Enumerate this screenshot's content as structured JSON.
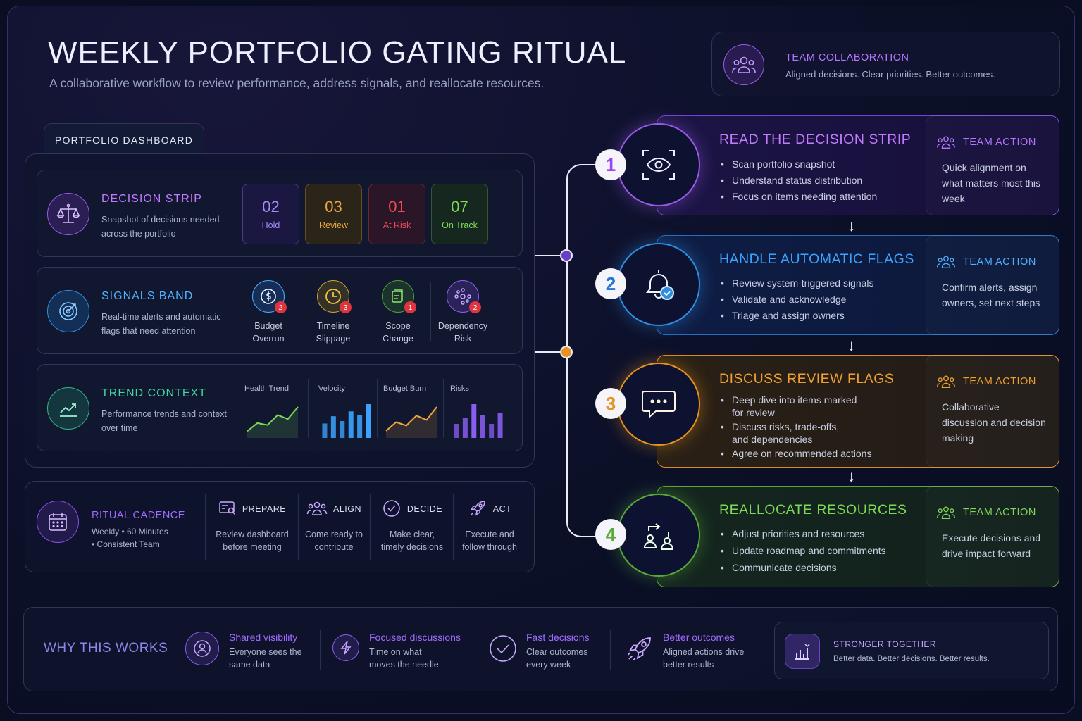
{
  "header": {
    "title": "WEEKLY PORTFOLIO GATING RITUAL",
    "subtitle": "A collaborative workflow to review performance, address signals, and reallocate resources."
  },
  "collab": {
    "title": "TEAM COLLABORATION",
    "text": "Aligned decisions. Clear priorities. Better outcomes.",
    "icon": "team-icon"
  },
  "dashboard": {
    "tab": "PORTFOLIO DASHBOARD",
    "decision": {
      "title": "DECISION STRIP",
      "desc": "Snapshot of decisions needed across the portfolio",
      "stats": [
        {
          "value": "02",
          "label": "Hold",
          "color": "#a78bfa"
        },
        {
          "value": "03",
          "label": "Review",
          "color": "#f0a83c"
        },
        {
          "value": "01",
          "label": "At Risk",
          "color": "#ef4c55"
        },
        {
          "value": "07",
          "label": "On Track",
          "color": "#7ed957"
        }
      ]
    },
    "signals": {
      "title": "SIGNALS BAND",
      "desc": "Real-time alerts and automatic flags that need attention",
      "items": [
        {
          "line1": "Budget",
          "line2": "Overrun",
          "count": "2",
          "color": "#4aa8ff",
          "icon": "dollar-icon"
        },
        {
          "line1": "Timeline",
          "line2": "Slippage",
          "count": "3",
          "color": "#f0c53c",
          "icon": "clock-icon"
        },
        {
          "line1": "Scope",
          "line2": "Change",
          "count": "1",
          "color": "#6fd35a",
          "icon": "scope-icon"
        },
        {
          "line1": "Dependency",
          "line2": "Risk",
          "count": "2",
          "color": "#a06bff",
          "icon": "dependency-icon"
        }
      ]
    },
    "trend": {
      "title": "TREND CONTEXT",
      "desc": "Performance trends and context over time",
      "charts": [
        {
          "label": "Health Trend",
          "type": "line",
          "color": "#7ed957",
          "values": [
            1,
            3,
            2.5,
            5,
            4,
            7
          ]
        },
        {
          "label": "Velocity",
          "type": "bar",
          "color": "#3aa3ff",
          "values": [
            3,
            4.5,
            3.5,
            5.5,
            4.8,
            7
          ]
        },
        {
          "label": "Budget Burn",
          "type": "line",
          "color": "#f0a83c",
          "values": [
            1,
            3,
            2.2,
            4.5,
            3.5,
            6.5
          ]
        },
        {
          "label": "Risks",
          "type": "bar",
          "color": "#8a5cf0",
          "values": [
            2.5,
            3.5,
            6,
            4,
            2.5,
            4.5
          ]
        }
      ]
    }
  },
  "cadence": {
    "title": "RITUAL CADENCE",
    "line1": "Weekly • 60 Minutes",
    "line2": "• Consistent Team",
    "steps": [
      {
        "label": "PREPARE",
        "line1": "Review dashboard",
        "line2": "before meeting",
        "icon": "dashboard-search-icon"
      },
      {
        "label": "ALIGN",
        "line1": "Come ready to",
        "line2": "contribute",
        "icon": "people-icon"
      },
      {
        "label": "DECIDE",
        "line1": "Make clear,",
        "line2": "timely decisions",
        "icon": "check-circle-icon"
      },
      {
        "label": "ACT",
        "line1": "Execute and",
        "line2": "follow through",
        "icon": "rocket-icon"
      }
    ]
  },
  "steps": [
    {
      "num": "1",
      "title": "READ THE DECISION STRIP",
      "color": "#b86cff",
      "bullets": [
        "Scan portfolio snapshot",
        "Understand status distribution",
        "Focus on items needing attention"
      ],
      "action_label": "TEAM ACTION",
      "action_text": "Quick alignment on what matters most this week",
      "icon": "eye-icon"
    },
    {
      "num": "2",
      "title": "HANDLE AUTOMATIC FLAGS",
      "color": "#3aa3ff",
      "bullets": [
        "Review system-triggered signals",
        "Validate and acknowledge",
        "Triage and assign owners"
      ],
      "action_label": "TEAM ACTION",
      "action_text": "Confirm alerts, assign owners, set next steps",
      "icon": "bell-check-icon"
    },
    {
      "num": "3",
      "title": "DISCUSS REVIEW FLAGS",
      "color": "#f0a030",
      "bullets": [
        "Deep dive into items marked for review",
        "Discuss risks, trade-offs, and dependencies",
        "Agree on recommended actions"
      ],
      "action_label": "TEAM ACTION",
      "action_text": "Collaborative discussion and decision making",
      "icon": "chat-icon"
    },
    {
      "num": "4",
      "title": "REALLOCATE RESOURCES",
      "color": "#7ed957",
      "bullets": [
        "Adjust priorities and resources",
        "Update roadmap and commitments",
        "Communicate decisions"
      ],
      "action_label": "TEAM ACTION",
      "action_text": "Execute decisions and drive impact forward",
      "icon": "reallocate-icon"
    }
  ],
  "why": {
    "title": "WHY THIS WORKS",
    "items": [
      {
        "title": "Shared visibility",
        "text": "Everyone sees the same data",
        "icon": "shared-visibility-icon"
      },
      {
        "title": "Focused discussions",
        "text": "Time on what moves the needle",
        "icon": "lightning-icon"
      },
      {
        "title": "Fast decisions",
        "text": "Clear outcomes every week",
        "icon": "check-circle-icon"
      },
      {
        "title": "Better outcomes",
        "text": "Aligned actions drive better results",
        "icon": "rocket-icon"
      }
    ],
    "stronger": {
      "title": "STRONGER TOGETHER",
      "text": "Better data. Better decisions. Better results.",
      "icon": "bar-chart-icon"
    }
  }
}
